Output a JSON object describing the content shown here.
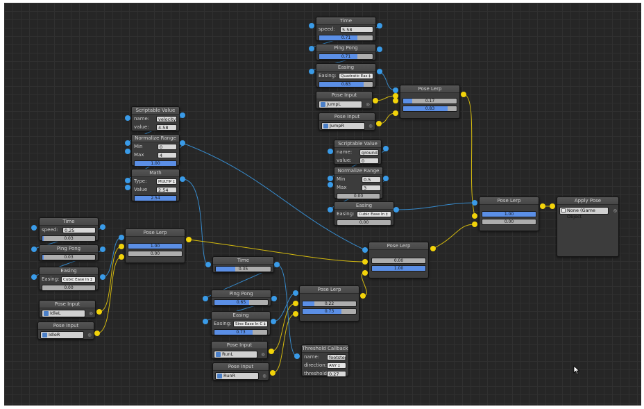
{
  "window": {
    "title": "Pose Graph Editor"
  },
  "nodes": {
    "time_top": {
      "title": "Time",
      "speed_label": "speed:",
      "speed_value": "5.58",
      "progress": 0.71,
      "progress_text": "0.71"
    },
    "pingpong_top": {
      "title": "Ping Pong",
      "progress": 0.71,
      "progress_text": "0.71"
    },
    "easing_top": {
      "title": "Easing",
      "easing_label": "Easing:",
      "easing_value": "Quadratic Eas ‡",
      "progress": 0.83,
      "progress_text": "0.83"
    },
    "pose_jumpl": {
      "title": "Pose Input",
      "value": "JumpL"
    },
    "pose_jumpr": {
      "title": "Pose Input",
      "value": "JumpR"
    },
    "lerp_top": {
      "title": "Pose Lerp",
      "a": 0.17,
      "a_text": "0.17",
      "b": 0.83,
      "b_text": "0.83"
    },
    "scriptable1": {
      "title": "Scriptable Value",
      "name_label": "name:",
      "name_value": "velocity",
      "value_label": "value:",
      "value_value": "4.58"
    },
    "normalize1": {
      "title": "Normalize Range",
      "min_label": "Min",
      "min_value": "0",
      "max_label": "Max",
      "max_value": "4",
      "progress": 1.0,
      "progress_text": "1.00"
    },
    "math": {
      "title": "Math",
      "type_label": "Type:",
      "type_value": "MULTIP ‡",
      "value_label": "Value",
      "value_value": "2.54",
      "progress": 1.0,
      "progress_text": "2.54"
    },
    "scriptable2": {
      "title": "Scriptable Value",
      "name_label": "name:",
      "name_value": "ground.",
      "value_label": "value:",
      "value_value": "0"
    },
    "normalize2": {
      "title": "Normalize Range",
      "min_label": "Min",
      "min_value": "0.5",
      "max_label": "Max",
      "max_value": "3",
      "progress": 0.0,
      "progress_text": "0.00"
    },
    "easing_mid": {
      "title": "Easing",
      "easing_label": "Easing:",
      "easing_value": "Cubic Ease In ‡",
      "progress": 0.0,
      "progress_text": "0.00"
    },
    "lerp_right": {
      "title": "Pose Lerp",
      "a": 1.0,
      "a_text": "1.00",
      "b": 0.0,
      "b_text": "0.00"
    },
    "apply_pose": {
      "title": "Apply Pose",
      "value": "None (Game Object"
    },
    "time_left": {
      "title": "Time",
      "speed_label": "speed:",
      "speed_value": "0.25",
      "progress": 0.03,
      "progress_text": "0.03"
    },
    "pingpong_left": {
      "title": "Ping Pong",
      "progress": 0.03,
      "progress_text": "0.03"
    },
    "easing_left": {
      "title": "Easing",
      "easing_label": "Easing:",
      "easing_value": "Cubic Ease In ‡",
      "progress": 0.0,
      "progress_text": "0.00"
    },
    "pose_idlel": {
      "title": "Pose Input",
      "value": "IdleL"
    },
    "pose_idler": {
      "title": "Pose Input",
      "value": "IdleR"
    },
    "lerp_left": {
      "title": "Pose Lerp",
      "a": 1.0,
      "a_text": "1.00",
      "b": 0.0,
      "b_text": "0.00"
    },
    "lerp_center": {
      "title": "Pose Lerp",
      "a": 0.0,
      "a_text": "0.00",
      "b": 1.0,
      "b_text": "1.00"
    },
    "time_mid": {
      "title": "Time",
      "progress": 0.35,
      "progress_text": "0.35"
    },
    "pingpong_mid": {
      "title": "Ping Pong",
      "progress": 0.65,
      "progress_text": "0.65"
    },
    "easing_run": {
      "title": "Easing",
      "easing_label": "Easing:",
      "easing_value": "Sine Ease In C ‡",
      "progress": 0.73,
      "progress_text": "0.73"
    },
    "pose_runl": {
      "title": "Pose Input",
      "value": "RunL"
    },
    "pose_runr": {
      "title": "Pose Input",
      "value": "RunR"
    },
    "lerp_run": {
      "title": "Pose Lerp",
      "a": 0.22,
      "a_text": "0.22",
      "b": 0.73,
      "b_text": "0.73"
    },
    "threshold": {
      "title": "Threshold Callback",
      "name_label": "name:",
      "name_value": "footstep",
      "direction_label": "direction:",
      "direction_value": "ANY ‡",
      "threshold_label": "threshold",
      "threshold_value": "0.27"
    }
  },
  "colors": {
    "background": "#262626",
    "grid": "#303030",
    "float_wire": "#3a9be8",
    "pose_wire": "#f2d30a",
    "progress_fill": "#5b8fe6"
  }
}
